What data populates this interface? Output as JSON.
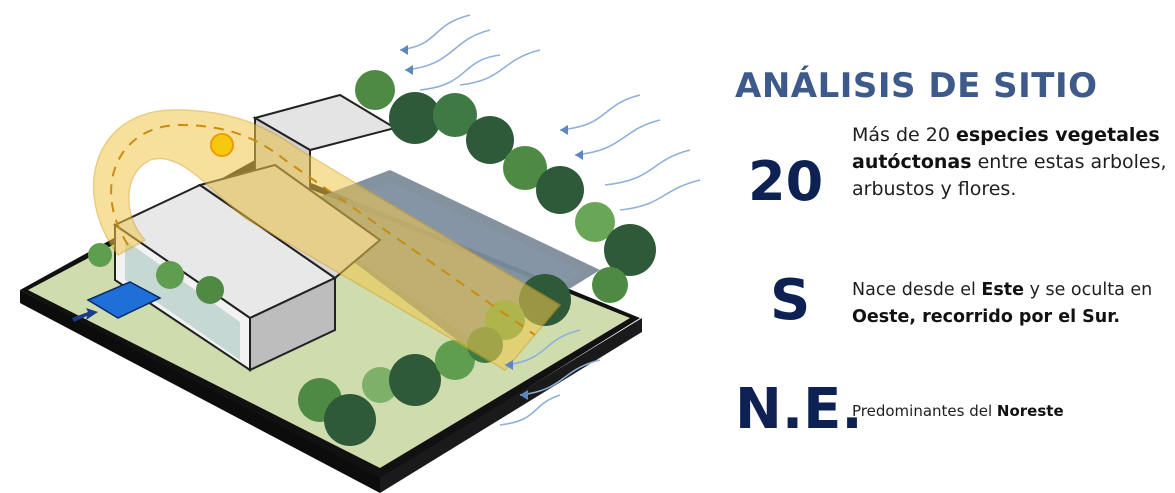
{
  "title": "ANÁLISIS DE SITIO",
  "items": [
    {
      "value": "20",
      "icon": "vegetation",
      "text_parts": [
        "Más de 20 ",
        "especies vegetales autóctonas",
        " entre estas arboles, arbustos y flores."
      ]
    },
    {
      "value": "S",
      "icon": "sun-path",
      "text_parts": [
        "Nace desde el ",
        "Este",
        " y se oculta en ",
        "Oeste, recorrido por el Sur."
      ]
    },
    {
      "value": "N.E.",
      "icon": "wind",
      "text_parts": [
        "Predominantes del ",
        "Noreste"
      ]
    }
  ],
  "colors": {
    "title": "#3d5a8a",
    "big_numbers": "#0d2152",
    "sun_path": "#f2c84b",
    "ground": "#cfdcae",
    "tree_dark": "#2f5a3a",
    "tree_light": "#5f9e4f",
    "pool": "#1f6fd8",
    "wind": "#8fb0d8",
    "paving": "#6f7f8f"
  }
}
